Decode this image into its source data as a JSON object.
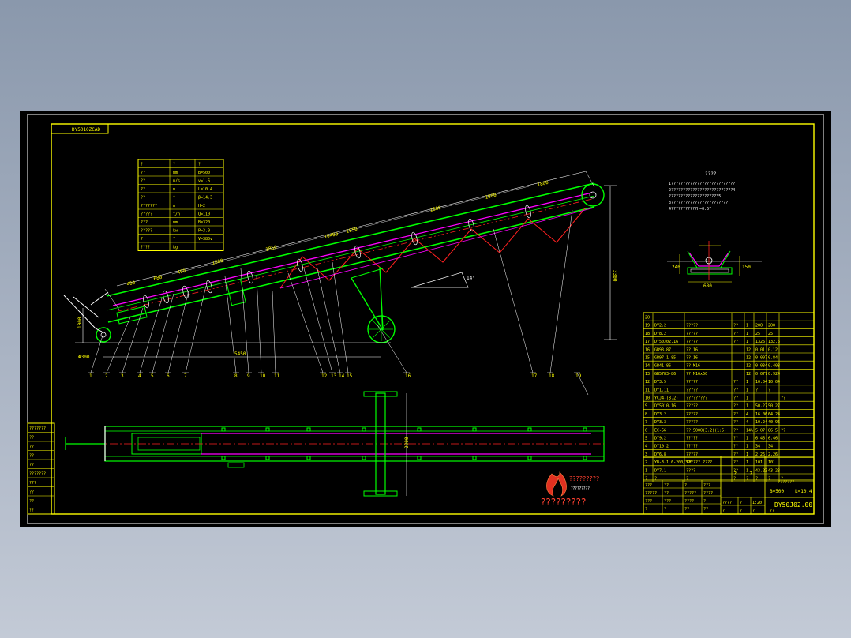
{
  "drawing": {
    "sheet_tag": "DY5010ZCAD",
    "title_number": "DY50J02.00",
    "title_spec_1": "B=500",
    "title_spec_2": "L=10.4",
    "qmark_1": "?",
    "qmark_2": "?",
    "title_desc": "???????",
    "logo_text": "?????????",
    "logo_sub": "?????????",
    "logo_caption": "?????????"
  },
  "specs": {
    "header": [
      "?",
      "?",
      "?"
    ],
    "rows": [
      [
        "??",
        "mm",
        "B=500"
      ],
      [
        "??",
        "m/s",
        "v=1.6"
      ],
      [
        "??",
        "m",
        "L=10.4"
      ],
      [
        "??",
        "°",
        "β=14.3"
      ],
      [
        "???????",
        "m",
        "H=2"
      ],
      [
        "?????",
        "t/h",
        "Q=110"
      ],
      [
        "",
        "???",
        "mm",
        "B=320"
      ],
      [
        "?????",
        "kw",
        "P=3.0"
      ],
      [
        "",
        "?",
        "?",
        "V=380v"
      ],
      [
        "????",
        "",
        "kg",
        ""
      ]
    ]
  },
  "notes": {
    "title": "????",
    "lines": [
      "1???????????????????????????",
      "2??????????????????????????4",
      "   ????????????????????35",
      "3????????????????????????",
      "4???????????H=0.5?"
    ]
  },
  "dimensions": {
    "top": [
      "400",
      "680",
      "400",
      "1800",
      "1850",
      "10400",
      "1850",
      "1800",
      "1800",
      "1800"
    ],
    "height": "3300",
    "left": "1000",
    "wheel": "Φ300",
    "base": "5450",
    "angle": "14°",
    "plan_width": "2200",
    "section_w": "680",
    "section_a": "240",
    "section_b": "150"
  },
  "balloons": [
    "1",
    "2",
    "3",
    "4",
    "5",
    "6",
    "7",
    "8",
    "9",
    "10",
    "11",
    "12",
    "13",
    "14",
    "15",
    "16",
    "17",
    "18",
    "19"
  ],
  "bom": {
    "rows": [
      [
        "20",
        "",
        "",
        "",
        "",
        "",
        "",
        ""
      ],
      [
        "19",
        "DY2.2",
        "?????",
        "??",
        "1",
        "200",
        "200",
        ""
      ],
      [
        "18",
        "DY8.2",
        "?????",
        "??",
        "1",
        "25",
        "25",
        ""
      ],
      [
        "17",
        "DY50J02.16",
        "?????",
        "??",
        "1",
        "1326",
        "132.6",
        ""
      ],
      [
        "16",
        "GB93-87",
        "?? 16",
        "",
        "12",
        "0.01",
        "0.12",
        ""
      ],
      [
        "15",
        "GB97.1-85",
        "?? 16",
        "",
        "12",
        "0.007",
        "0.84",
        ""
      ],
      [
        "14",
        "GB41-86",
        "?? M16",
        "",
        "12",
        "0.034",
        "0.408",
        ""
      ],
      [
        "13",
        "GB5783-86",
        "?? M16x50",
        "",
        "12",
        "0.077",
        "0.924",
        ""
      ],
      [
        "12",
        "DY3.5",
        "?????",
        "??",
        "1",
        "10.04",
        "10.04",
        ""
      ],
      [
        "11",
        "DY1.11",
        "?????",
        "??",
        "1",
        "?",
        "?",
        ""
      ],
      [
        "10",
        "YCJ4-(3.2)",
        "?????????",
        "??",
        "1",
        "",
        "",
        "??"
      ],
      [
        "9",
        "DY5010.16",
        "?????",
        "??",
        "1",
        "50.27",
        "50.27",
        ""
      ],
      [
        "8",
        "DY3.2",
        "?????",
        "??",
        "4",
        "16.06",
        "64.24",
        ""
      ],
      [
        "7",
        "DY3.3",
        "?????",
        "??",
        "4",
        "10.24",
        "40.96",
        ""
      ],
      [
        "6",
        "EC-56",
        "?? 5000(3.2)(1:5)",
        "??",
        "14%",
        "5.07",
        "86.5",
        "??"
      ],
      [
        "5",
        "DY9.2",
        "?????",
        "??",
        "1",
        "6.46",
        "6.46",
        ""
      ],
      [
        "4",
        "DY10.2",
        "?????",
        "??",
        "1",
        "34",
        "34",
        ""
      ],
      [
        "3",
        "DY6.8",
        "?????",
        "??",
        "1",
        "2.26",
        "2.26",
        ""
      ],
      [
        "2",
        "YB-3-1.6-200/320",
        "?????? ????",
        "??",
        "1",
        "101",
        "101",
        ""
      ],
      [
        "1",
        "DY7.1",
        "????",
        "??",
        "1",
        "43.23",
        "43.23",
        ""
      ]
    ],
    "header": [
      "?",
      "?",
      "?",
      "?",
      "?",
      "?",
      "?",
      "?"
    ]
  },
  "title_block": {
    "cells": [
      "???",
      "??",
      "?",
      "???",
      "?????",
      "??",
      "?????",
      "????",
      "???",
      "???",
      "????",
      "?",
      "?",
      "?",
      "??",
      "??",
      "????",
      "?",
      "1:20",
      "?",
      "?",
      "?",
      "??"
    ]
  },
  "side_block": {
    "cells": [
      "???????",
      "??",
      "??",
      "??",
      "??",
      "???????",
      "???",
      "??",
      "??",
      "??"
    ]
  }
}
